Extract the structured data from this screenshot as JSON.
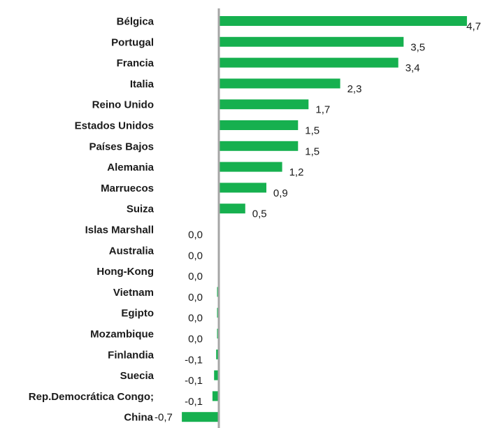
{
  "chart_data": {
    "type": "bar",
    "orientation": "horizontal",
    "categories": [
      "Bélgica",
      "Portugal",
      "Francia",
      "Italia",
      "Reino Unido",
      "Estados Unidos",
      "Países Bajos",
      "Alemania",
      "Marruecos",
      "Suiza",
      "Islas Marshall",
      "Australia",
      "Hong-Kong",
      "Vietnam",
      "Egipto",
      "Mozambique",
      "Finlandia",
      "Suecia",
      "Rep.Democrática Congo;",
      "China"
    ],
    "values": [
      4.7,
      3.5,
      3.4,
      2.3,
      1.7,
      1.5,
      1.5,
      1.2,
      0.9,
      0.5,
      0.0,
      0.0,
      0.0,
      -0.02,
      -0.03,
      -0.03,
      -0.05,
      -0.09,
      -0.12,
      -0.7
    ],
    "value_labels": [
      "4,7",
      "3,5",
      "3,4",
      "2,3",
      "1,7",
      "1,5",
      "1,5",
      "1,2",
      "0,9",
      "0,5",
      "0,0",
      "0,0",
      "0,0",
      "0,0",
      "0,0",
      "0,0",
      "-0,1",
      "-0,1",
      "-0,1",
      "-0,7"
    ],
    "xlim": [
      -0.75,
      4.75
    ],
    "bar_color": "#16b04f",
    "axis_color": "#a6a6a6",
    "title": "",
    "xlabel": "",
    "ylabel": "",
    "grid": false,
    "legend": "none"
  }
}
